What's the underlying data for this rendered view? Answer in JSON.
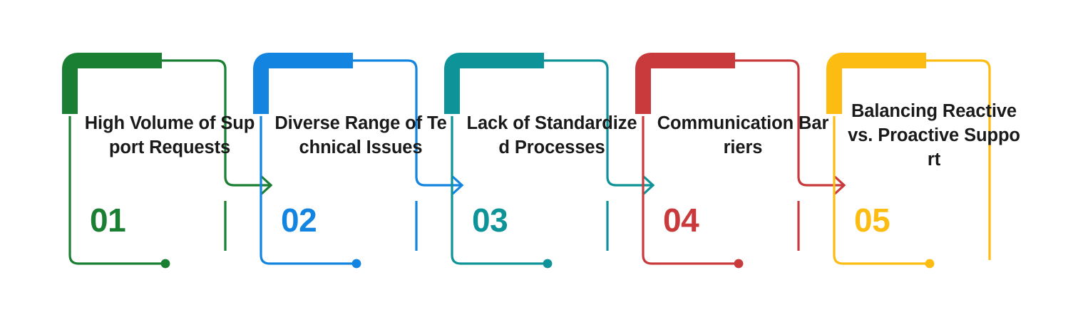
{
  "diagram": {
    "type": "process-steps-bracket-infographic",
    "background_color": "#ffffff",
    "step_count": 5,
    "connector": "arrow-right",
    "steps": [
      {
        "number": "01",
        "title": "High Volume of Support Requests",
        "color": "#1B7F33",
        "has_arrow": true,
        "has_dot": true
      },
      {
        "number": "02",
        "title": "Diverse Range of Technical Issues",
        "color": "#1384E0",
        "has_arrow": true,
        "has_dot": true
      },
      {
        "number": "03",
        "title": "Lack of Standardized Processes",
        "color": "#0D9398",
        "has_arrow": true,
        "has_dot": true
      },
      {
        "number": "04",
        "title": "Communication Barriers",
        "color": "#C93A3D",
        "has_arrow": true,
        "has_dot": true
      },
      {
        "number": "05",
        "title": "Balancing Reactive vs. Proactive Support",
        "color": "#FDBC11",
        "has_arrow": false,
        "has_dot": true
      }
    ]
  }
}
